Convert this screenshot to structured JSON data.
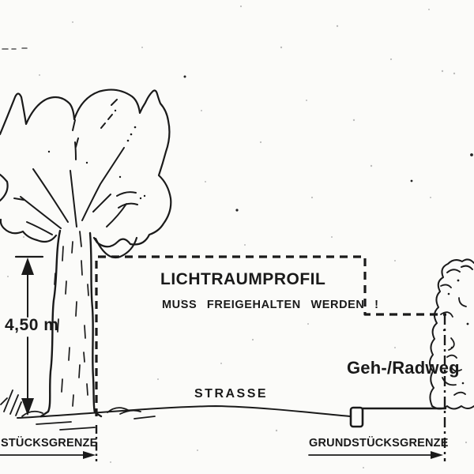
{
  "colors": {
    "ink": "#1a1a1a",
    "paper": "#fbfbf9"
  },
  "diagram": {
    "clearance_box": {
      "title": "LICHTRAUMPROFIL",
      "warning": "MUSS FREIGEHALTEN WERDEN !"
    },
    "height_dimension": {
      "label": "4,50 m"
    },
    "road": {
      "label": "STRASSE"
    },
    "footpath": {
      "label": "Geh-/Radweg"
    },
    "property_boundary_left": {
      "label": "STÜCKSGRENZE"
    },
    "property_boundary_right": {
      "label": "GRUNDSTÜCKSGRENZE"
    }
  }
}
